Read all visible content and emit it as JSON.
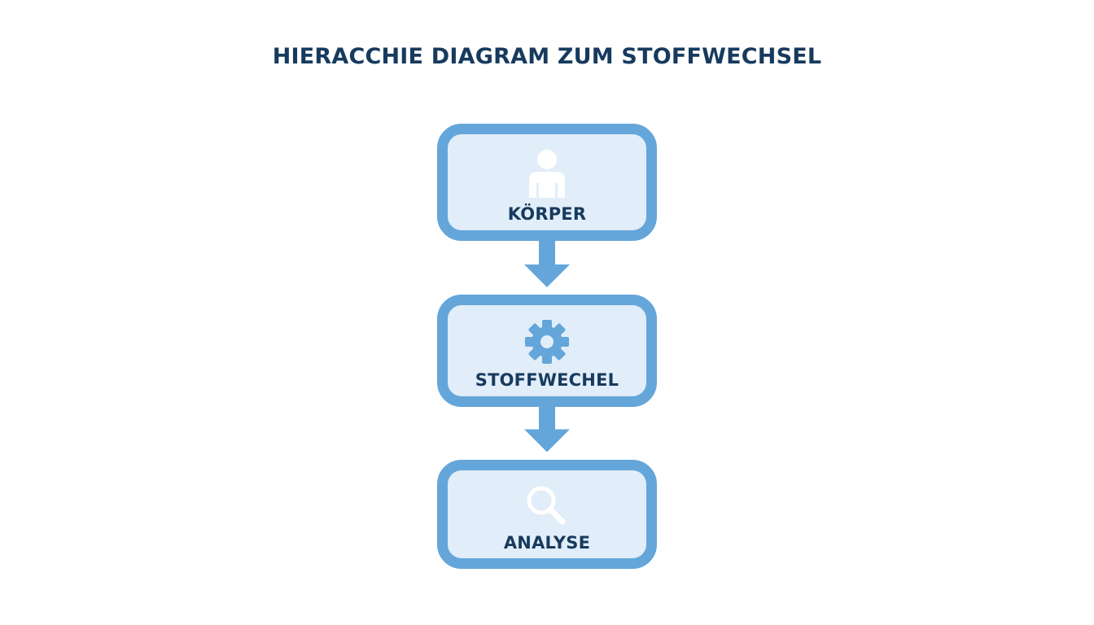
{
  "title": "HIERACCHIE DIAGRAM ZUM STOFFWECHSEL",
  "colors": {
    "title_text": "#173a5e",
    "node_border": "#64a6da",
    "node_fill": "#e1edf8",
    "icon": "#64a6da",
    "icon_light": "#ffffff",
    "arrow": "#64a6da"
  },
  "nodes": [
    {
      "label": "KÖRPER",
      "icon": "person-icon"
    },
    {
      "label": "STOFFWECHEL",
      "icon": "gear-icon"
    },
    {
      "label": "ANALYSE",
      "icon": "magnifier-icon"
    }
  ],
  "edges": [
    {
      "from": "KÖRPER",
      "to": "STOFFWECHEL"
    },
    {
      "from": "STOFFWECHEL",
      "to": "ANALYSE"
    }
  ]
}
